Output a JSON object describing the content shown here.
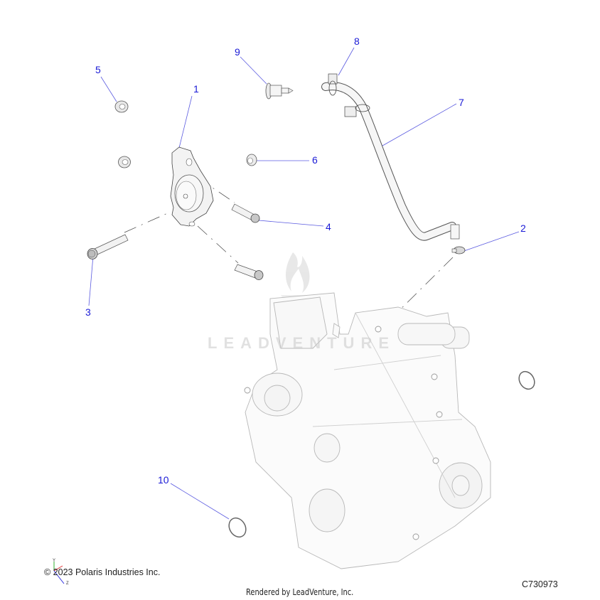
{
  "diagram": {
    "type": "exploded-parts-diagram",
    "callouts": [
      {
        "id": "1",
        "label": "1"
      },
      {
        "id": "2",
        "label": "2"
      },
      {
        "id": "3",
        "label": "3"
      },
      {
        "id": "4",
        "label": "4"
      },
      {
        "id": "5",
        "label": "5"
      },
      {
        "id": "6",
        "label": "6"
      },
      {
        "id": "7",
        "label": "7"
      },
      {
        "id": "8",
        "label": "8"
      },
      {
        "id": "9",
        "label": "9"
      },
      {
        "id": "10",
        "label": "10"
      }
    ],
    "callout_color": "#1a1ad6",
    "leader_color": "#5a5ae0"
  },
  "footer": {
    "copyright": "© 2023 Polaris Industries Inc.",
    "rendered_by": "Rendered by LeadVenture, Inc.",
    "diagram_code": "C730973"
  },
  "watermark": {
    "text": "LEADVENTURE"
  },
  "axis_triad": {
    "y_label": "Y",
    "z_label": "Z",
    "colors": {
      "x": "#e03030",
      "y": "#30b030",
      "z": "#3030e0"
    }
  }
}
